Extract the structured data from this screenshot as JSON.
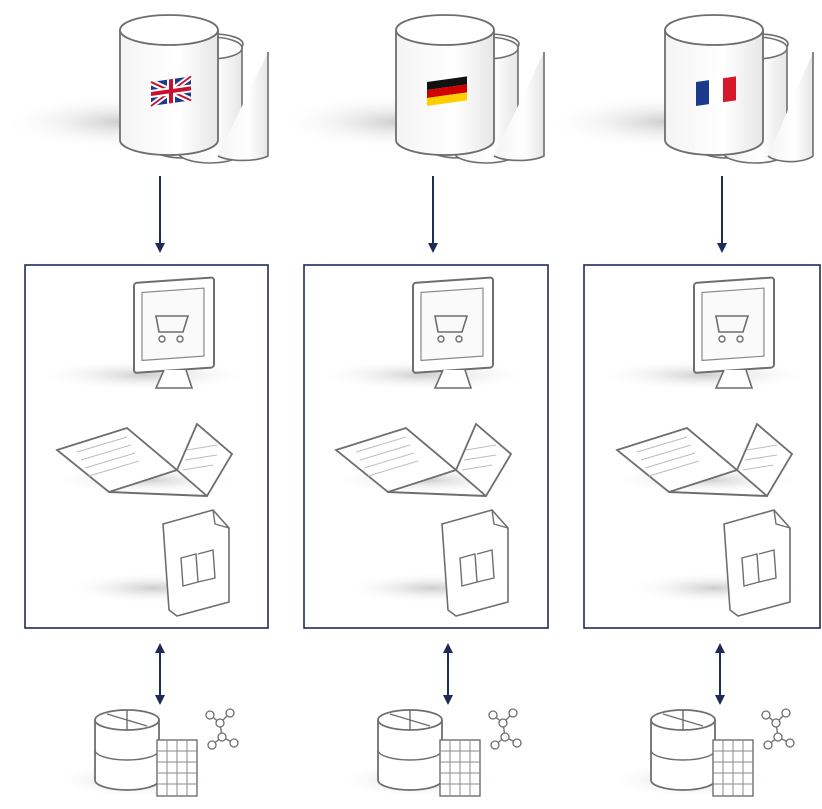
{
  "colors": {
    "frame": "#1f2a5c",
    "arrow": "#1f2a5c",
    "icon_stroke": "#6e6e6e",
    "icon_fill": "#ffffff",
    "shadow": "#cfcfcf"
  },
  "columns": [
    {
      "id": "english",
      "flag": "uk-flag-icon",
      "source_db": "cylinder-stack-icon",
      "top_arrow": "arrow-down",
      "content": [
        "monitor-cart-icon",
        "open-book-icon",
        "document-book-icon"
      ],
      "bottom_arrow": "arrow-bidirectional",
      "output": "database-grid-network-icon"
    },
    {
      "id": "german",
      "flag": "germany-flag-icon",
      "source_db": "cylinder-stack-icon",
      "top_arrow": "arrow-down",
      "content": [
        "monitor-cart-icon",
        "open-book-icon",
        "document-book-icon"
      ],
      "bottom_arrow": "arrow-bidirectional",
      "output": "database-grid-network-icon"
    },
    {
      "id": "french",
      "flag": "france-flag-icon",
      "source_db": "cylinder-stack-icon",
      "top_arrow": "arrow-down",
      "content": [
        "monitor-cart-icon",
        "open-book-icon",
        "document-book-icon"
      ],
      "bottom_arrow": "arrow-bidirectional",
      "output": "database-grid-network-icon"
    }
  ]
}
